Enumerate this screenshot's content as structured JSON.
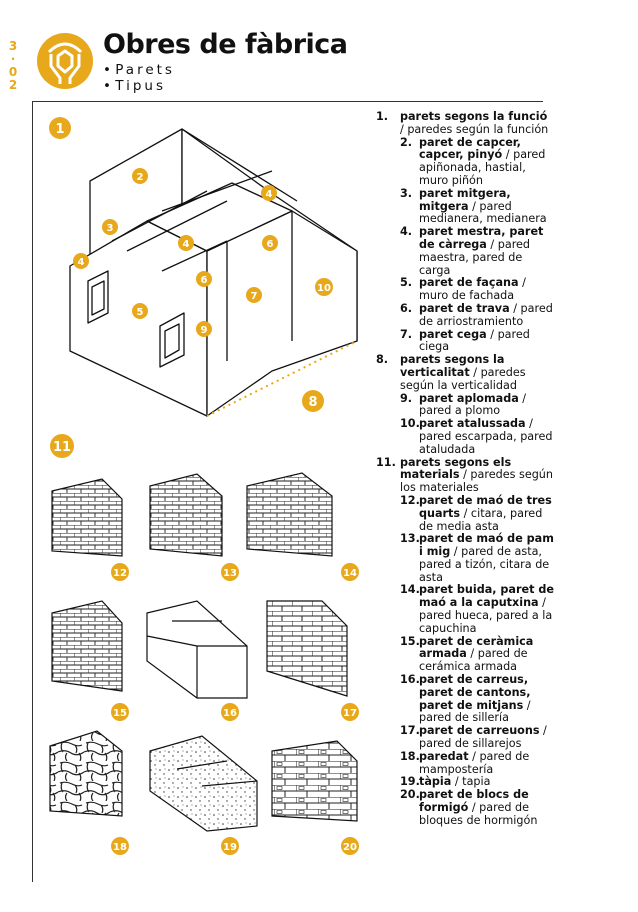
{
  "header": {
    "section_code": "3·02",
    "title": "Obres de fàbrica",
    "subtitles": [
      "Parets",
      "Tipus"
    ],
    "accent_color": "#e8a81b"
  },
  "figures": {
    "house_badges": [
      "1",
      "2",
      "3",
      "4",
      "4",
      "4",
      "5",
      "6",
      "6",
      "7",
      "8",
      "9",
      "10"
    ],
    "wall_section_badge": "11",
    "wall_badges": [
      "12",
      "13",
      "14",
      "15",
      "16",
      "17",
      "18",
      "19",
      "20"
    ]
  },
  "list": [
    {
      "num": "1.",
      "level": "top",
      "term": "parets segons la funció",
      "rest": " / paredes según la función"
    },
    {
      "num": "2.",
      "level": "sub",
      "term": "paret de capcer, capcer, pinyó",
      "rest": " / pared apiñonada, hastial, muro piñón"
    },
    {
      "num": "3.",
      "level": "sub",
      "term": "paret mitgera, mitgera",
      "rest": " / pared medianera, medianera"
    },
    {
      "num": "4.",
      "level": "sub",
      "term": "paret mestra, paret de càrrega",
      "rest": " / pared maestra, pared de carga"
    },
    {
      "num": "5.",
      "level": "sub",
      "term": "paret de façana",
      "rest": " / muro de fachada"
    },
    {
      "num": "6.",
      "level": "sub",
      "term": "paret de trava",
      "rest": " / pared de arriostramiento"
    },
    {
      "num": "7.",
      "level": "sub",
      "term": "paret cega",
      "rest": " / pared ciega"
    },
    {
      "num": "8.",
      "level": "top",
      "term": "parets segons la verticalitat",
      "rest": " / paredes según la verticalidad"
    },
    {
      "num": "9.",
      "level": "sub",
      "term": "paret aplomada",
      "rest": " / pared a plomo"
    },
    {
      "num": "10.",
      "level": "sub",
      "term": "paret atalussada",
      "rest": " / pared escarpada, pared ataludada"
    },
    {
      "num": "11.",
      "level": "top",
      "term": "parets segons els materials",
      "rest": " / paredes según los materiales"
    },
    {
      "num": "12.",
      "level": "sub",
      "term": "paret de maó de tres quarts",
      "rest": " / citara, pared de media asta"
    },
    {
      "num": "13.",
      "level": "sub",
      "term": "paret de maó de pam i mig",
      "rest": " / pared de asta, pared a tizón, citara de asta"
    },
    {
      "num": "14.",
      "level": "sub",
      "term": "paret buida, paret de maó a la caputxina",
      "rest": " / pared hueca, pared a la capuchina"
    },
    {
      "num": "15.",
      "level": "sub",
      "term": "paret de ceràmica armada",
      "rest": " / pared de cerámica armada"
    },
    {
      "num": "16.",
      "level": "sub",
      "term": "paret de carreus, paret de cantons, paret de mitjans",
      "rest": " / pared de sillería"
    },
    {
      "num": "17.",
      "level": "sub",
      "term": "paret de carreuons",
      "rest": " / pared de sillarejos"
    },
    {
      "num": "18.",
      "level": "sub",
      "term": "paredat",
      "rest": " / pared de mampostería"
    },
    {
      "num": "19.",
      "level": "sub",
      "term": "tàpia",
      "rest": " / tapia"
    },
    {
      "num": "20.",
      "level": "sub",
      "term": "paret de blocs de formigó",
      "rest": " / pared de bloques de hormigón"
    }
  ]
}
